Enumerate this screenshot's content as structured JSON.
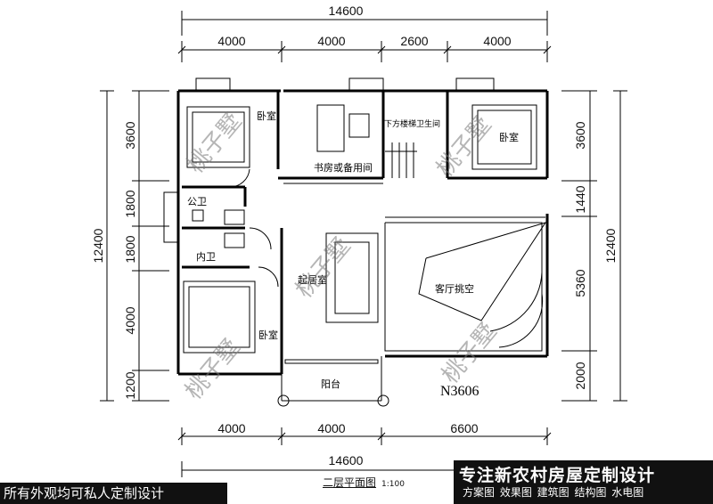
{
  "dimensions": {
    "top_total": "14600",
    "top_segments": [
      "4000",
      "4000",
      "2600",
      "4000"
    ],
    "bottom_segments": [
      "4000",
      "4000",
      "6600"
    ],
    "bottom_total": "14600",
    "left_total": "12400",
    "left_segments": [
      "3600",
      "1800",
      "1800",
      "4000",
      "1200"
    ],
    "right_total": "12400",
    "right_segments": [
      "3600",
      "1440",
      "5360",
      "2000"
    ]
  },
  "rooms": {
    "bedroom_top_left": "卧室",
    "study": "书房或备用间",
    "stair_note": "下方楼梯卫生间",
    "bedroom_top_right": "卧室",
    "public_bath": "公卫",
    "inner_bath": "内卫",
    "bedroom_bottom_left": "卧室",
    "living": "起居室",
    "void": "客厅挑空",
    "balcony": "阳台"
  },
  "watermarks": [
    "桃子墅",
    "桃子墅",
    "桃子墅",
    "桃子墅",
    "桃子墅"
  ],
  "plan_code": "N3606",
  "plan_title": "二层平面图",
  "plan_scale": "1:100",
  "banner": {
    "title": "专注新农村房屋定制设计",
    "services": "方案图 效果图 建筑图 结构图 水电图"
  },
  "slogan": "所有外观均可私人定制设计"
}
